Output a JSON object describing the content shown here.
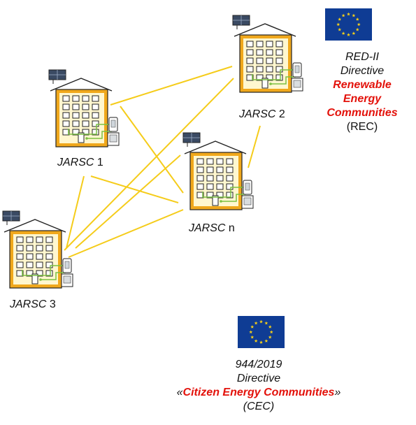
{
  "colors": {
    "link": "#f5cc1a",
    "building_frame": "#f0a81c",
    "building_body": "#fff7cf",
    "window_fill": "#ffffff",
    "wiring": "#7bc142",
    "eu_blue": "#0f3c94",
    "eu_star": "#f7d117",
    "accent_red": "#e3120b"
  },
  "icons": {
    "building": "apartment-building-icon",
    "solar_panel": "solar-panel-icon",
    "battery": "battery-icon",
    "eu_flag": "eu-flag-icon"
  },
  "buildings": [
    {
      "id": "b1",
      "name_italic": "JARSC",
      "name_suffix": " 1"
    },
    {
      "id": "b2",
      "name_italic": "JARSC",
      "name_suffix": " 2"
    },
    {
      "id": "bn",
      "name_italic": "JARSC",
      "name_suffix": " n"
    },
    {
      "id": "b3",
      "name_italic": "JARSC",
      "name_suffix": " 3"
    }
  ],
  "links": [
    [
      "b1",
      "b2"
    ],
    [
      "b1",
      "bn"
    ],
    [
      "b1",
      "b3"
    ],
    [
      "b2",
      "bn"
    ],
    [
      "b2",
      "b3"
    ],
    [
      "b3",
      "bn"
    ]
  ],
  "red": {
    "line1": "RED-II",
    "line2": "Directive",
    "line3": "Renewable",
    "line4": "Energy",
    "line5": "Communities",
    "line6": "(REC)"
  },
  "cec": {
    "line1": "944/2019",
    "line2": "Directive",
    "quote_open": "«",
    "highlight": "Citizen Energy Communities",
    "quote_close": "»",
    "line4": "(CEC)"
  }
}
